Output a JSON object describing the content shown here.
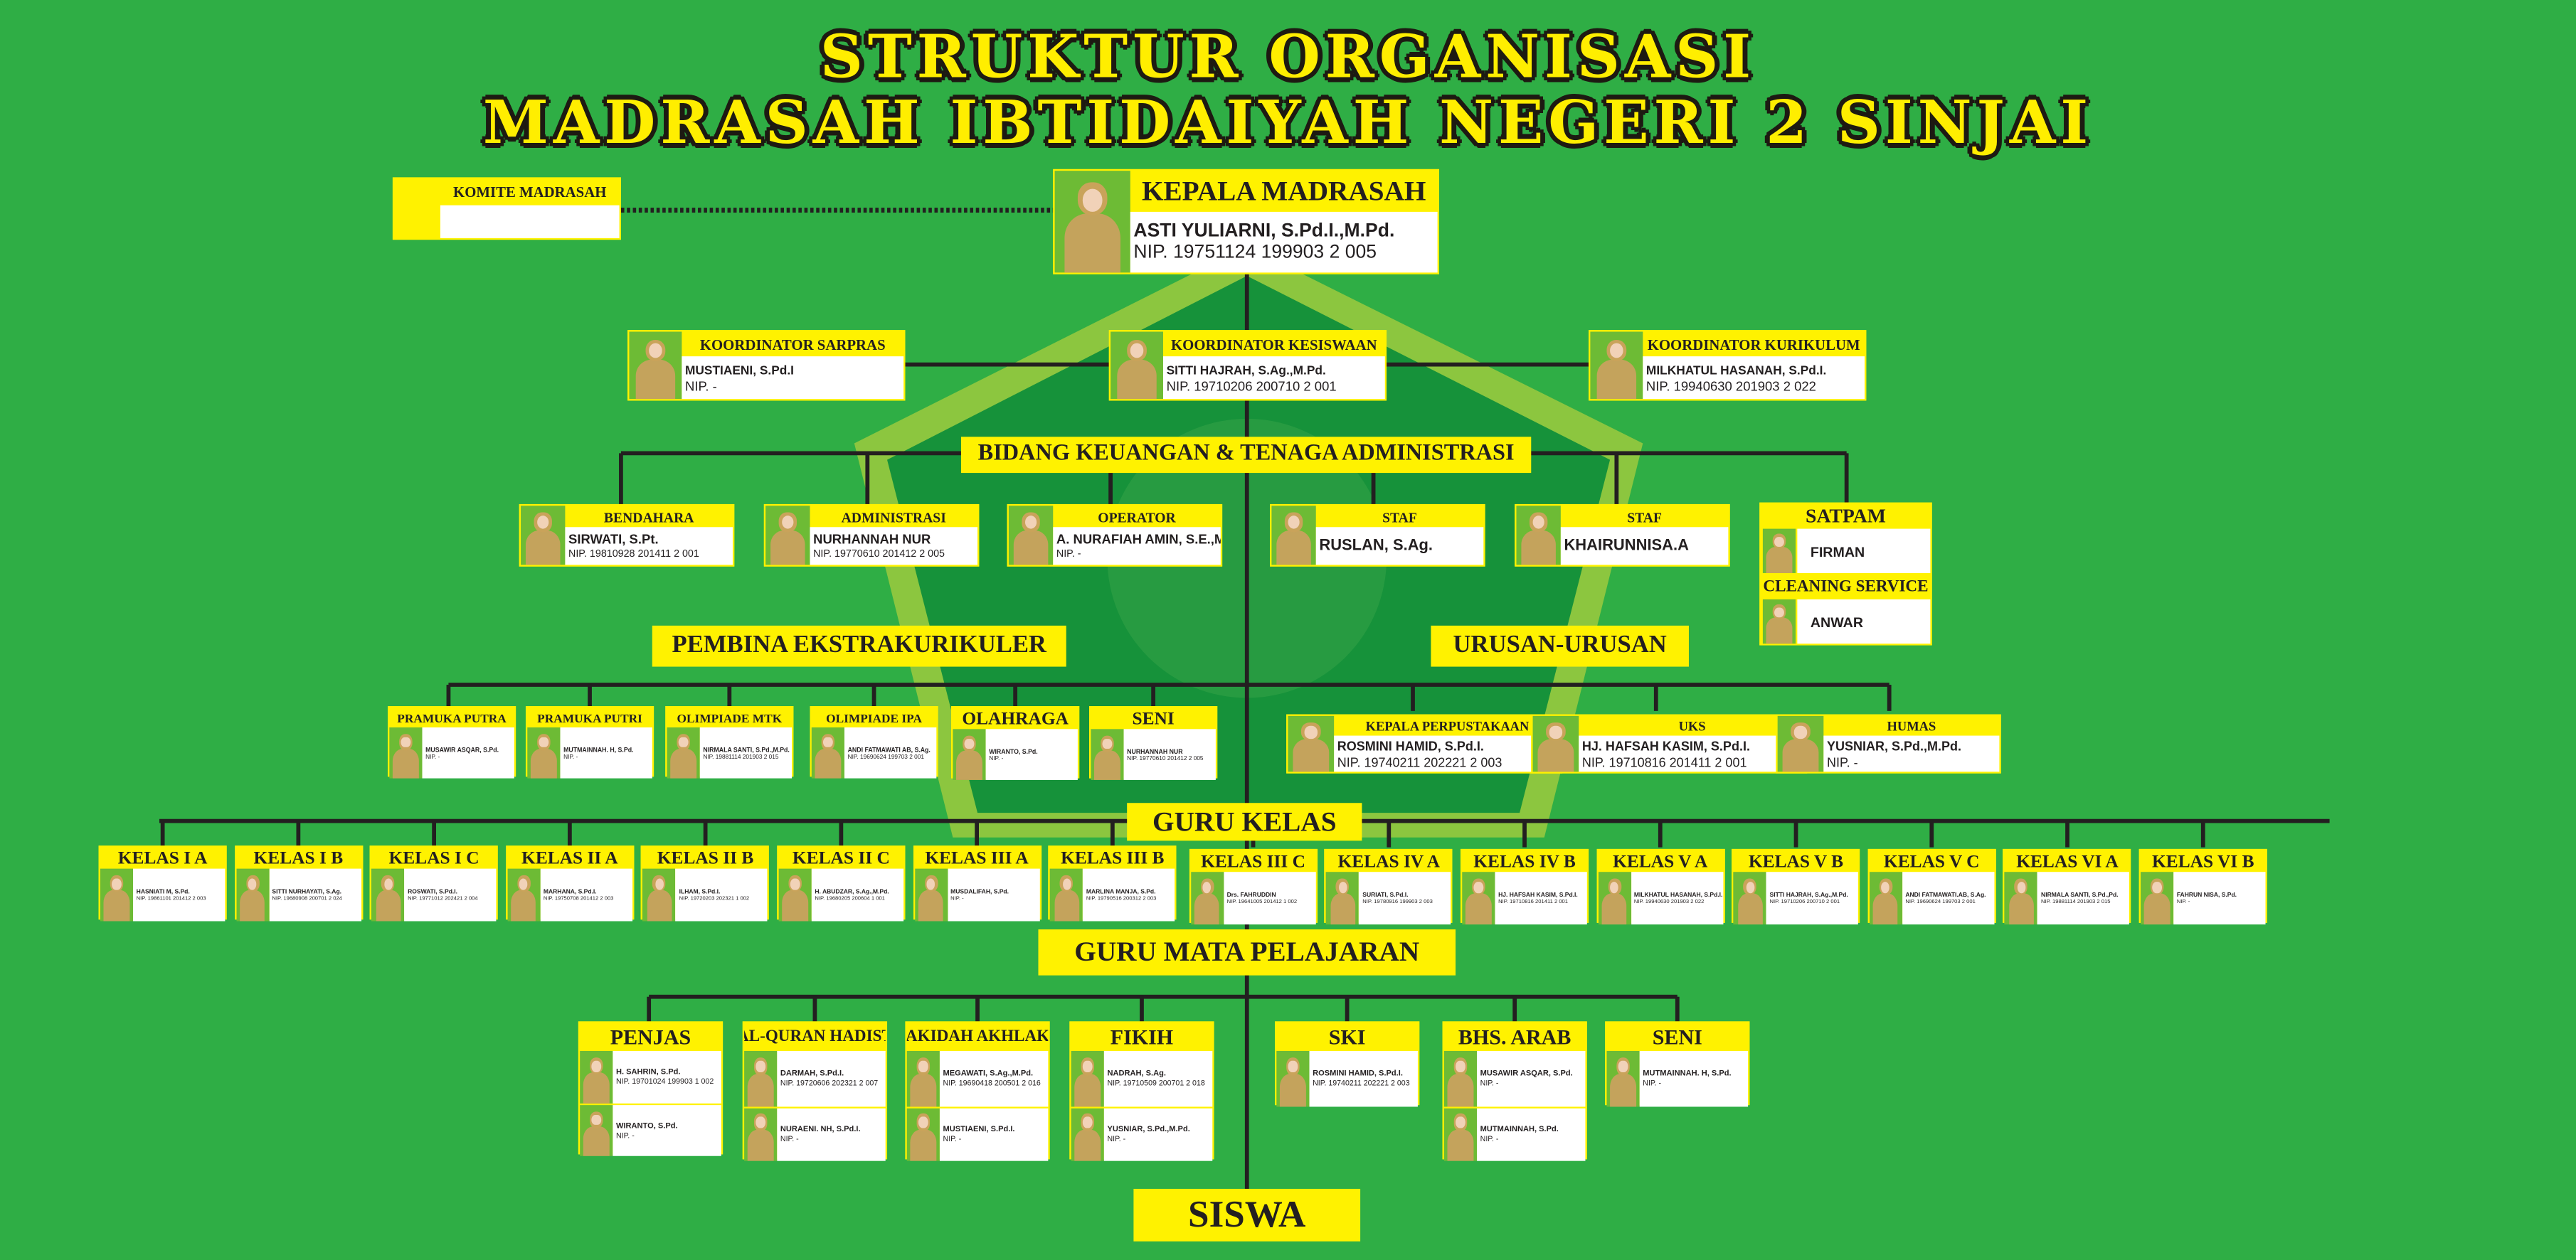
{
  "title": {
    "line1": "STRUKTUR ORGANISASI",
    "line2": "MADRASAH IBTIDAIYAH NEGERI 2 SINJAI"
  },
  "colors": {
    "background": "#2fae45",
    "yellow": "#fff200",
    "line": "#231f20",
    "photo_bg": "#6dbb35"
  },
  "komite": {
    "title": "KOMITE MADRASAH"
  },
  "kepala": {
    "title": "KEPALA MADRASAH",
    "name": "ASTI YULIARNI, S.Pd.I.,M.Pd.",
    "nip": "NIP. 19751124 199903 2 005"
  },
  "koordinator": [
    {
      "title": "KOORDINATOR SARPRAS",
      "name": "MUSTIAENI, S.Pd.I",
      "nip": "NIP. -"
    },
    {
      "title": "KOORDINATOR KESISWAAN",
      "name": "SITTI HAJRAH, S.Ag.,M.Pd.",
      "nip": "NIP. 19710206 200710 2 001"
    },
    {
      "title": "KOORDINATOR KURIKULUM",
      "name": "MILKHATUL HASANAH, S.Pd.I.",
      "nip": "NIP. 19940630 201903 2 022"
    }
  ],
  "bidang": {
    "title": "BIDANG KEUANGAN & TENAGA ADMINISTRASI",
    "staff": [
      {
        "title": "BENDAHARA",
        "name": "SIRWATI, S.Pt.",
        "nip": "NIP. 19810928 201411 2 001"
      },
      {
        "title": "ADMINISTRASI",
        "name": "NURHANNAH NUR",
        "nip": "NIP. 19770610 201412 2 005"
      },
      {
        "title": "OPERATOR",
        "name": "A. NURAFIAH AMIN, S.E.,M.Pd.",
        "nip": "NIP. -"
      },
      {
        "title": "STAF",
        "name": "RUSLAN, S.Ag."
      },
      {
        "title": "STAF",
        "name": "KHAIRUNNISA.A"
      }
    ],
    "support": [
      {
        "title": "SATPAM",
        "name": "FIRMAN"
      },
      {
        "title": "CLEANING SERVICE",
        "name": "ANWAR"
      }
    ]
  },
  "pembina": {
    "title": "PEMBINA EKSTRAKURIKULER",
    "items": [
      {
        "title": "PRAMUKA PUTRA",
        "name": "MUSAWIR ASQAR, S.Pd.",
        "nip": "NIP. -"
      },
      {
        "title": "PRAMUKA PUTRI",
        "name": "MUTMAINNAH. H, S.Pd.",
        "nip": "NIP. -"
      },
      {
        "title": "OLIMPIADE MTK",
        "name": "NIRMALA SANTI, S.Pd.,M.Pd.",
        "nip": "NIP. 19881114 201903 2 015"
      },
      {
        "title": "OLIMPIADE IPA",
        "name": "ANDI FATMAWATI AB, S.Ag.",
        "nip": "NIP. 19690624 199703 2 001"
      },
      {
        "title": "OLAHRAGA",
        "name": "WIRANTO, S.Pd.",
        "nip": "NIP. -"
      },
      {
        "title": "SENI",
        "name": "NURHANNAH NUR",
        "nip": "NIP. 19770610 201412 2 005"
      }
    ]
  },
  "urusan": {
    "title": "URUSAN-URUSAN",
    "items": [
      {
        "title": "KEPALA PERPUSTAKAAN",
        "name": "ROSMINI HAMID, S.Pd.I.",
        "nip": "NIP. 19740211 202221 2 003"
      },
      {
        "title": "UKS",
        "name": "HJ. HAFSAH KASIM, S.Pd.I.",
        "nip": "NIP. 19710816 201411 2 001"
      },
      {
        "title": "HUMAS",
        "name": "YUSNIAR, S.Pd.,M.Pd.",
        "nip": "NIP. -"
      }
    ]
  },
  "guru_kelas": {
    "title": "GURU KELAS",
    "items": [
      {
        "title": "KELAS I A",
        "name": "HASNIATI M, S.Pd.",
        "nip": "NIP. 19861101 201412 2 003"
      },
      {
        "title": "KELAS I B",
        "name": "SITTI NURHAYATI, S.Ag.",
        "nip": "NIP. 19680908 200701 2 024"
      },
      {
        "title": "KELAS I C",
        "name": "ROSWATI, S.Pd.I.",
        "nip": "NIP. 19771012 202421 2 004"
      },
      {
        "title": "KELAS II A",
        "name": "MARHANA, S.Pd.I.",
        "nip": "NIP. 19750708 201412 2 003"
      },
      {
        "title": "KELAS II B",
        "name": "ILHAM, S.Pd.I.",
        "nip": "NIP. 19720203 202321 1 002"
      },
      {
        "title": "KELAS II C",
        "name": "H. ABUDZAR, S.Ag.,M.Pd.",
        "nip": "NIP. 19680205 200604 1 001"
      },
      {
        "title": "KELAS III A",
        "name": "MUSDALIFAH, S.Pd.",
        "nip": "NIP. -"
      },
      {
        "title": "KELAS III B",
        "name": "MARLINA MANJA, S.Pd.",
        "nip": "NIP. 19790516 200312 2 003"
      },
      {
        "title": "KELAS III C",
        "name": "Drs. FAHRUDDIN",
        "nip": "NIP. 19641005 201412 1 002"
      },
      {
        "title": "KELAS IV A",
        "name": "SURIATI, S.Pd.I.",
        "nip": "NIP. 19780916 199903 2 003"
      },
      {
        "title": "KELAS IV B",
        "name": "HJ. HAFSAH KASIM, S.Pd.I.",
        "nip": "NIP. 19710816 201411 2 001"
      },
      {
        "title": "KELAS V A",
        "name": "MILKHATUL HASANAH, S.Pd.I.",
        "nip": "NIP. 19940630 201903 2 022"
      },
      {
        "title": "KELAS V B",
        "name": "SITTI HAJRAH, S.Ag.,M.Pd.",
        "nip": "NIP. 19710206 200710 2 001"
      },
      {
        "title": "KELAS V C",
        "name": "ANDI FATMAWATI.AB, S.Ag.",
        "nip": "NIP. 19690624 199703 2 001"
      },
      {
        "title": "KELAS VI A",
        "name": "NIRMALA SANTI, S.Pd.,Pd.",
        "nip": "NIP. 19881114 201903 2 015"
      },
      {
        "title": "KELAS VI B",
        "name": "FAHRUN NISA, S.Pd.",
        "nip": "NIP. -"
      }
    ]
  },
  "guru_mapel": {
    "title": "GURU MATA PELAJARAN",
    "items": [
      {
        "title": "PENJAS",
        "people": [
          {
            "name": "H. SAHRIN, S.Pd.",
            "nip": "NIP. 19701024 199903 1 002"
          },
          {
            "name": "WIRANTO, S.Pd.",
            "nip": "NIP. -"
          }
        ]
      },
      {
        "title": "AL-QURAN HADIST",
        "people": [
          {
            "name": "DARMAH, S.Pd.I.",
            "nip": "NIP. 19720606 202321 2 007"
          },
          {
            "name": "NURAENI. NH, S.Pd.I.",
            "nip": "NIP. -"
          }
        ]
      },
      {
        "title": "AKIDAH AKHLAK",
        "people": [
          {
            "name": "MEGAWATI, S.Ag.,M.Pd.",
            "nip": "NIP. 19690418 200501 2 016"
          },
          {
            "name": "MUSTIAENI, S.Pd.I.",
            "nip": "NIP. -"
          }
        ]
      },
      {
        "title": "FIKIH",
        "people": [
          {
            "name": "NADRAH, S.Ag.",
            "nip": "NIP. 19710509 200701 2 018"
          },
          {
            "name": "YUSNIAR, S.Pd.,M.Pd.",
            "nip": "NIP. -"
          }
        ]
      },
      {
        "title": "SKI",
        "people": [
          {
            "name": "ROSMINI HAMID, S.Pd.I.",
            "nip": "NIP. 19740211 202221 2 003"
          }
        ]
      },
      {
        "title": "BHS. ARAB",
        "people": [
          {
            "name": "MUSAWIR ASQAR, S.Pd.",
            "nip": "NIP. -"
          },
          {
            "name": "MUTMAINNAH, S.Pd.",
            "nip": "NIP. -"
          }
        ]
      },
      {
        "title": "SENI",
        "people": [
          {
            "name": "MUTMAINNAH. H, S.Pd.",
            "nip": "NIP. -"
          }
        ]
      }
    ]
  },
  "siswa": {
    "title": "SISWA"
  }
}
